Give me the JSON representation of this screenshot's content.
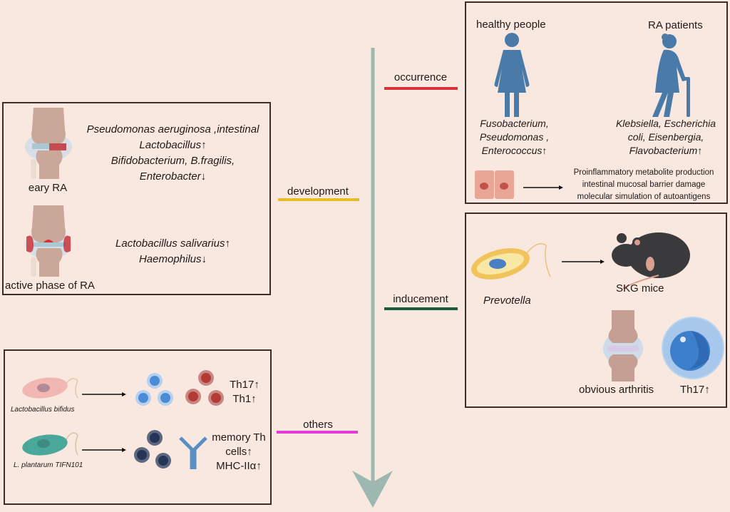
{
  "timeline": {
    "arrow_color": "#9db8b0",
    "stages": [
      {
        "label": "occurrence",
        "color": "#d9333b"
      },
      {
        "label": "development",
        "color": "#e8bd2a"
      },
      {
        "label": "inducement",
        "color": "#1c5b3c"
      },
      {
        "label": "others",
        "color": "#e53ad6"
      }
    ]
  },
  "development": {
    "early": {
      "caption": "eary RA",
      "lines": [
        "Pseudomonas aeruginosa ,intestinal",
        "Lactobacillus↑",
        "Bifidobacterium, B.fragilis,",
        "Enterobacter↓"
      ]
    },
    "active": {
      "caption": "active phase of RA",
      "lines": [
        "Lactobacillus salivarius↑",
        "Haemophilus↓"
      ]
    }
  },
  "occurrence": {
    "healthy": {
      "title": "healthy people",
      "lines": [
        "Fusobacterium,",
        "Pseudomonas ,",
        "Enterococcus↑"
      ]
    },
    "patients": {
      "title": "RA patients",
      "lines": [
        "Klebsiella, Escherichia",
        "coli, Eisenbergia,",
        "Flavobacterium↑"
      ]
    },
    "mechanisms": [
      "Proinflammatory metabolite production",
      "intestinal mucosal barrier damage",
      "molecular simulation of autoantigens"
    ],
    "figure_color": "#4a7aa8"
  },
  "inducement": {
    "bacterium": "Prevotella",
    "mouse": "SKG mice",
    "arthritis": "obvious arthritis",
    "cell": "Th17↑"
  },
  "others": {
    "row1": {
      "bacterium": "Lactobacillus bifidus",
      "result": [
        "Th17↑",
        "Th1↑"
      ]
    },
    "row2": {
      "bacterium": "L. plantarum TIFN101",
      "result": [
        "memory Th",
        "cells↑",
        "MHC-IIα↑"
      ]
    }
  }
}
